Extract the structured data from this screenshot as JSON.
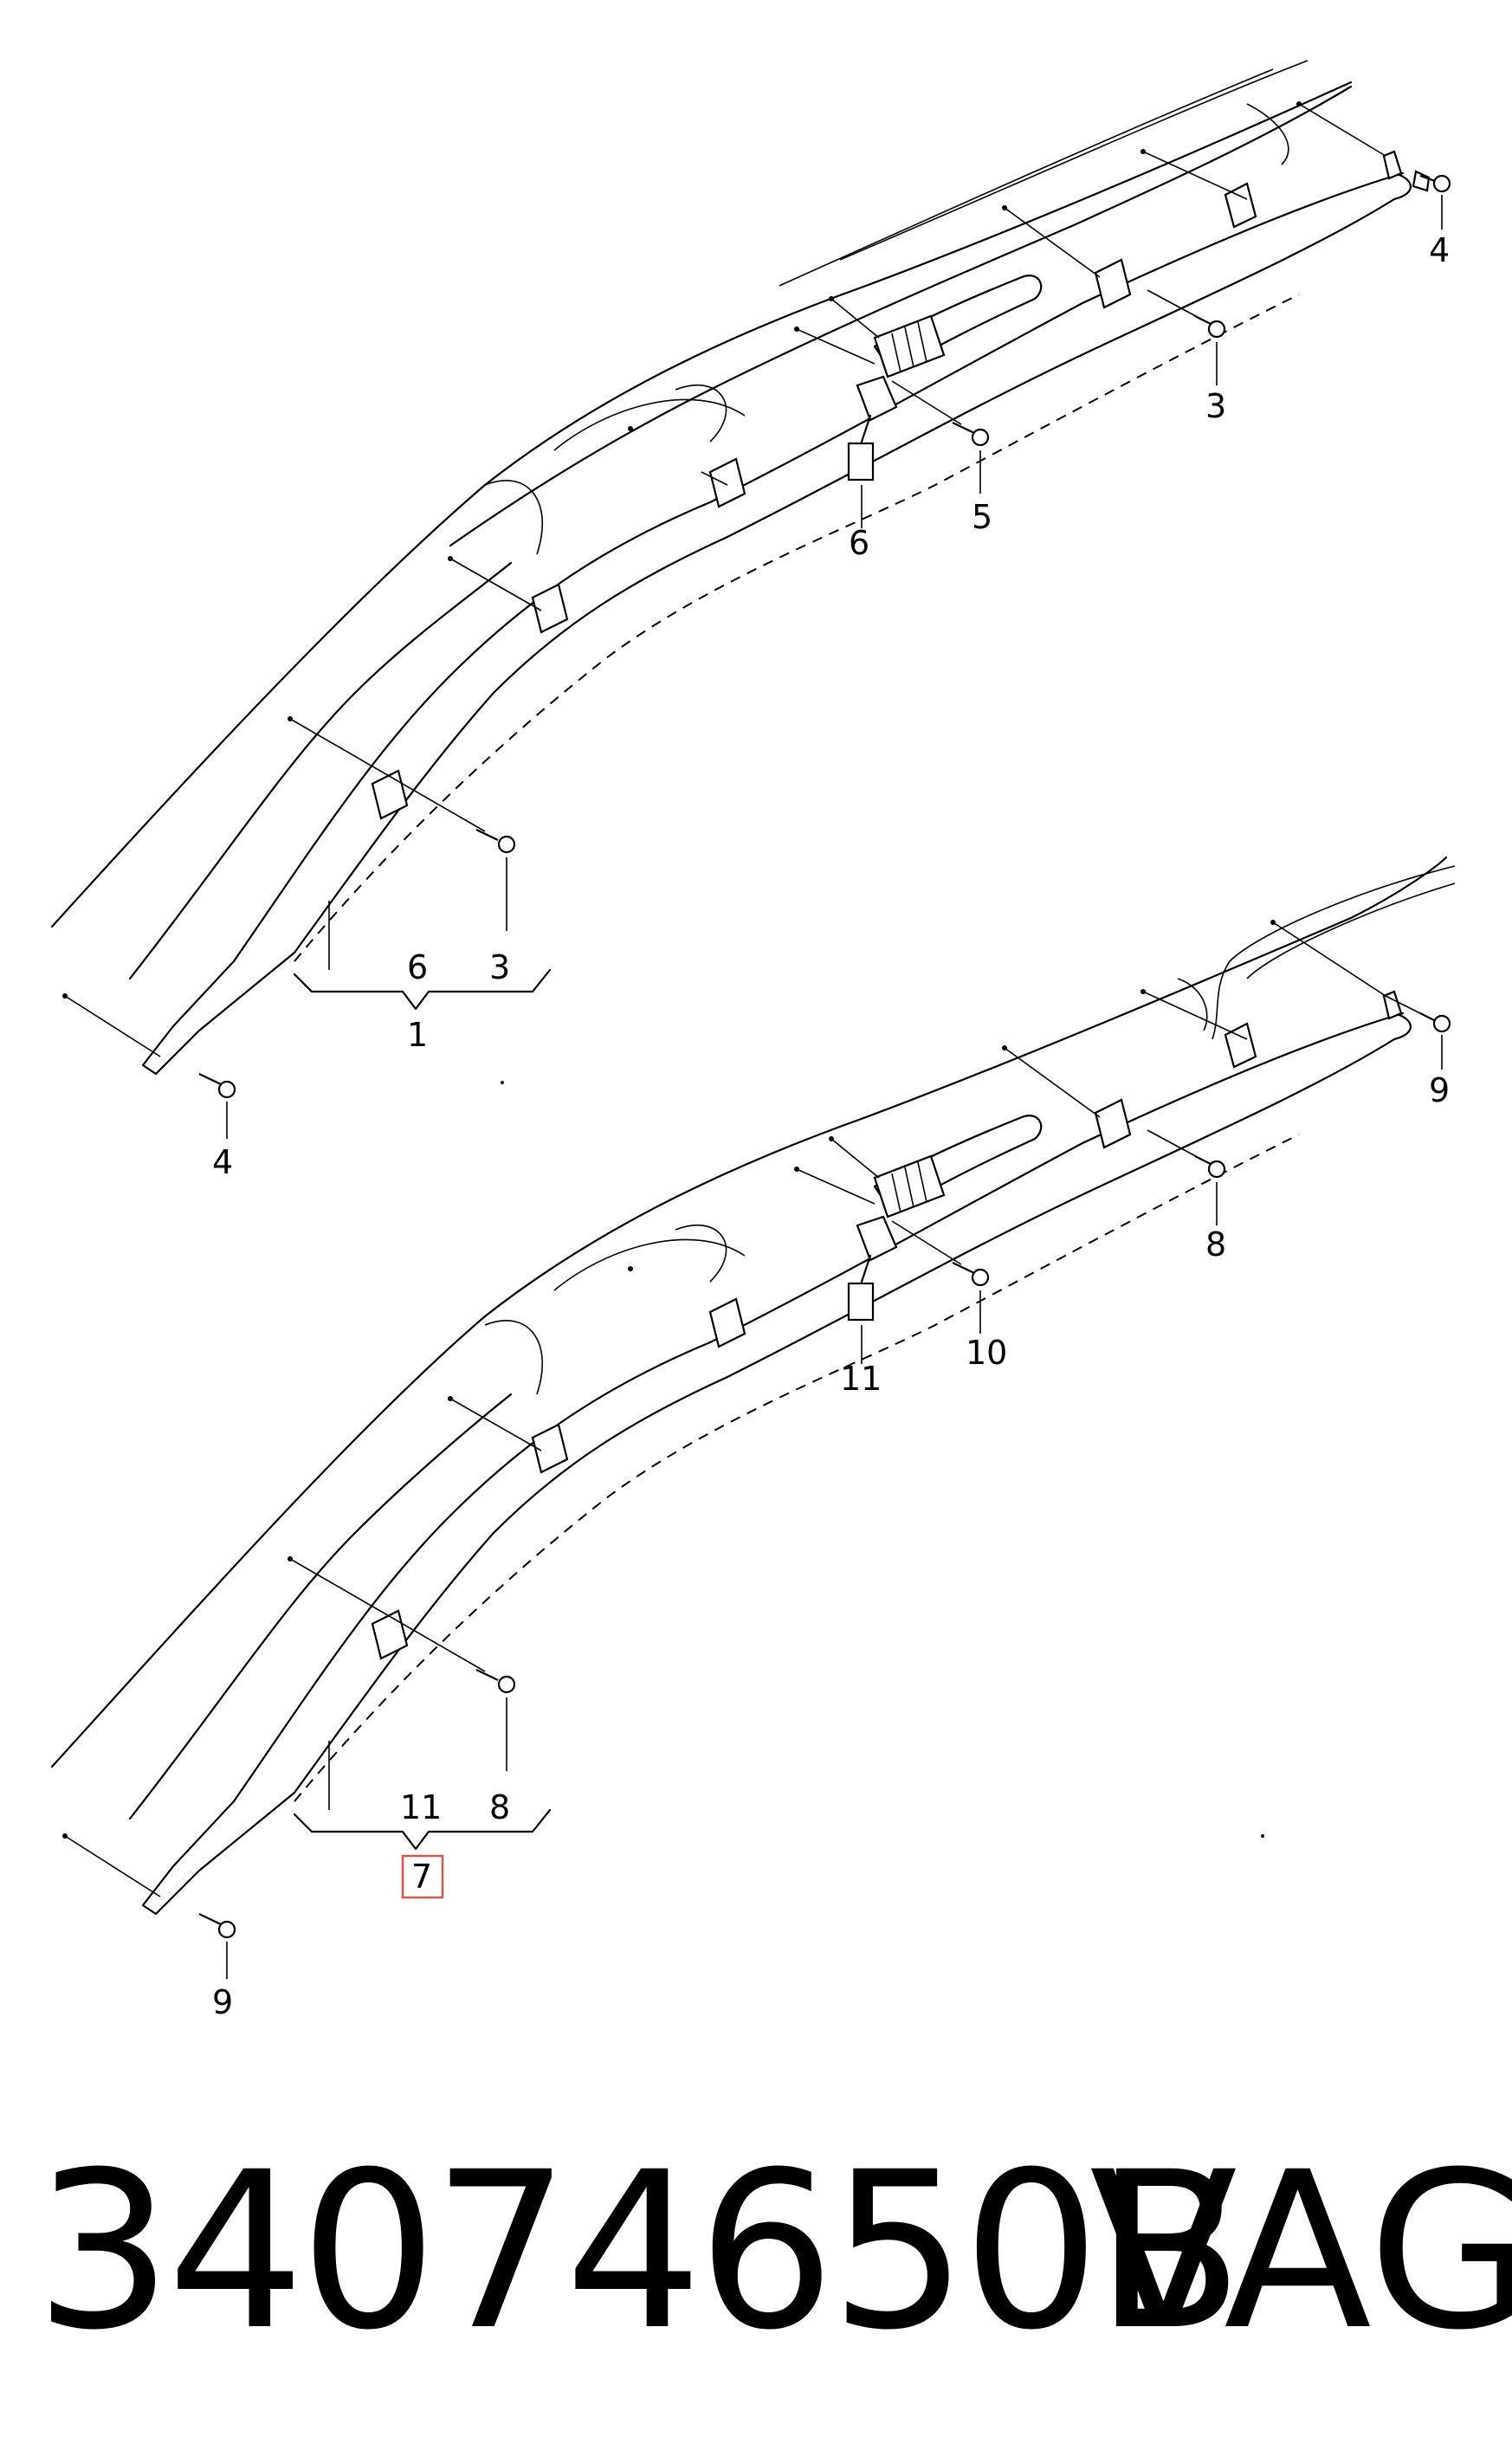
{
  "caption": {
    "part_number": "34074650B",
    "brand": "VAG"
  },
  "callouts": {
    "top": {
      "screw_4_right": "4",
      "screw_3_right": "3",
      "screw_5": "5",
      "connector_6": "6",
      "bracket_6": "6",
      "bracket_3": "3",
      "assembly_1": "1",
      "screw_4_left": "4"
    },
    "bottom": {
      "screw_9_right": "9",
      "screw_8_right": "8",
      "screw_10": "10",
      "connector_11": "11",
      "bracket_11": "11",
      "bracket_8": "8",
      "assembly_7": "7",
      "screw_9_left": "9"
    }
  },
  "colors": {
    "line": "#000000",
    "highlight": "#d9534f"
  }
}
